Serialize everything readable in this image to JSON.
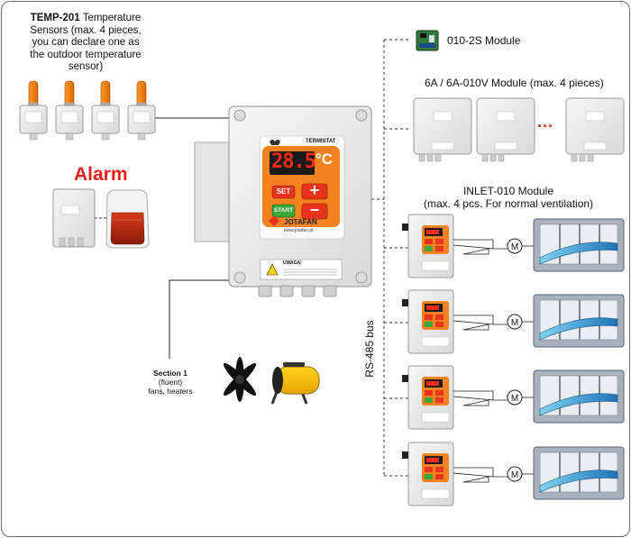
{
  "colors": {
    "device_body": "#ececec",
    "device_stroke": "#9a9a9a",
    "alarm_red": "#e3221b",
    "orange_panel": "#f58220",
    "display_bg": "#1a1a1a",
    "display_red": "#ff2a1a",
    "button_red": "#e8341c",
    "button_green": "#3aa83a",
    "flap_blue": "#1e73b8",
    "flap_grey": "#8c97a3"
  },
  "sensors": {
    "title_bold": "TEMP-201",
    "title_rest": " Temperature",
    "lines": [
      "Sensors (max. 4 pieces,",
      "you can declare one as",
      "the outdoor temperature",
      "sensor)"
    ],
    "count": 4
  },
  "alarm": {
    "label": "Alarm"
  },
  "controller": {
    "brand_header": "TERMISTAT",
    "display_value": "28.5",
    "unit": "°C",
    "btn_set": "SET",
    "btn_plus": "+",
    "btn_start": "START",
    "btn_minus": "−",
    "brand": "JOTAFAN",
    "website": "www.jotafan.pl",
    "warning_title": "UWAGA!"
  },
  "section1": {
    "title": "Section 1",
    "line2": "(fluent)",
    "line3": "fans, heaters"
  },
  "module_010_2s": {
    "label": "010-2S Module"
  },
  "module_6a": {
    "label": "6A / 6A-010V Module (max. 4 pieces)",
    "ellipsis": "..."
  },
  "inlet": {
    "line1": "INLET-010 Module",
    "line2": "(max. 4 pcs. For normal ventilation)",
    "motor_symbol": "M",
    "count": 4
  },
  "bus": {
    "label": "RS-485 bus"
  }
}
